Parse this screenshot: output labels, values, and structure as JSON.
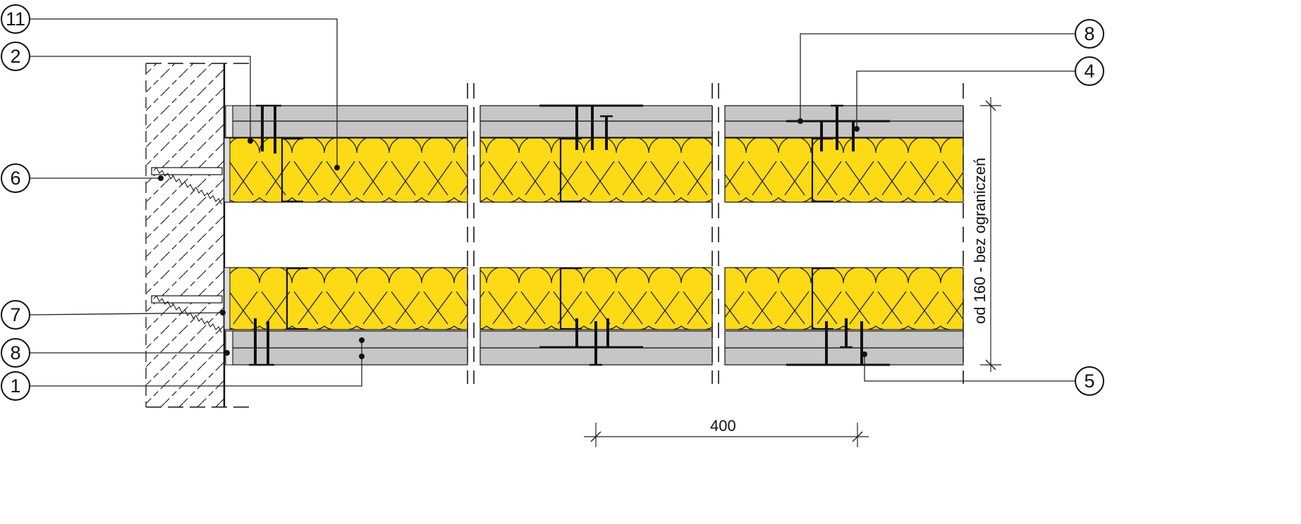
{
  "callouts": {
    "c11": "11",
    "c2": "2",
    "c6": "6",
    "c7": "7",
    "c8_left": "8",
    "c1": "1",
    "c8_right": "8",
    "c4": "4",
    "c5": "5"
  },
  "dimensions": {
    "stud_spacing": "400",
    "thickness": "od 160 - bez ograniczeń"
  },
  "colors": {
    "insulation": "#FDDA16",
    "gypsum": "#C6C6C6",
    "line": "#1a1a1a"
  }
}
